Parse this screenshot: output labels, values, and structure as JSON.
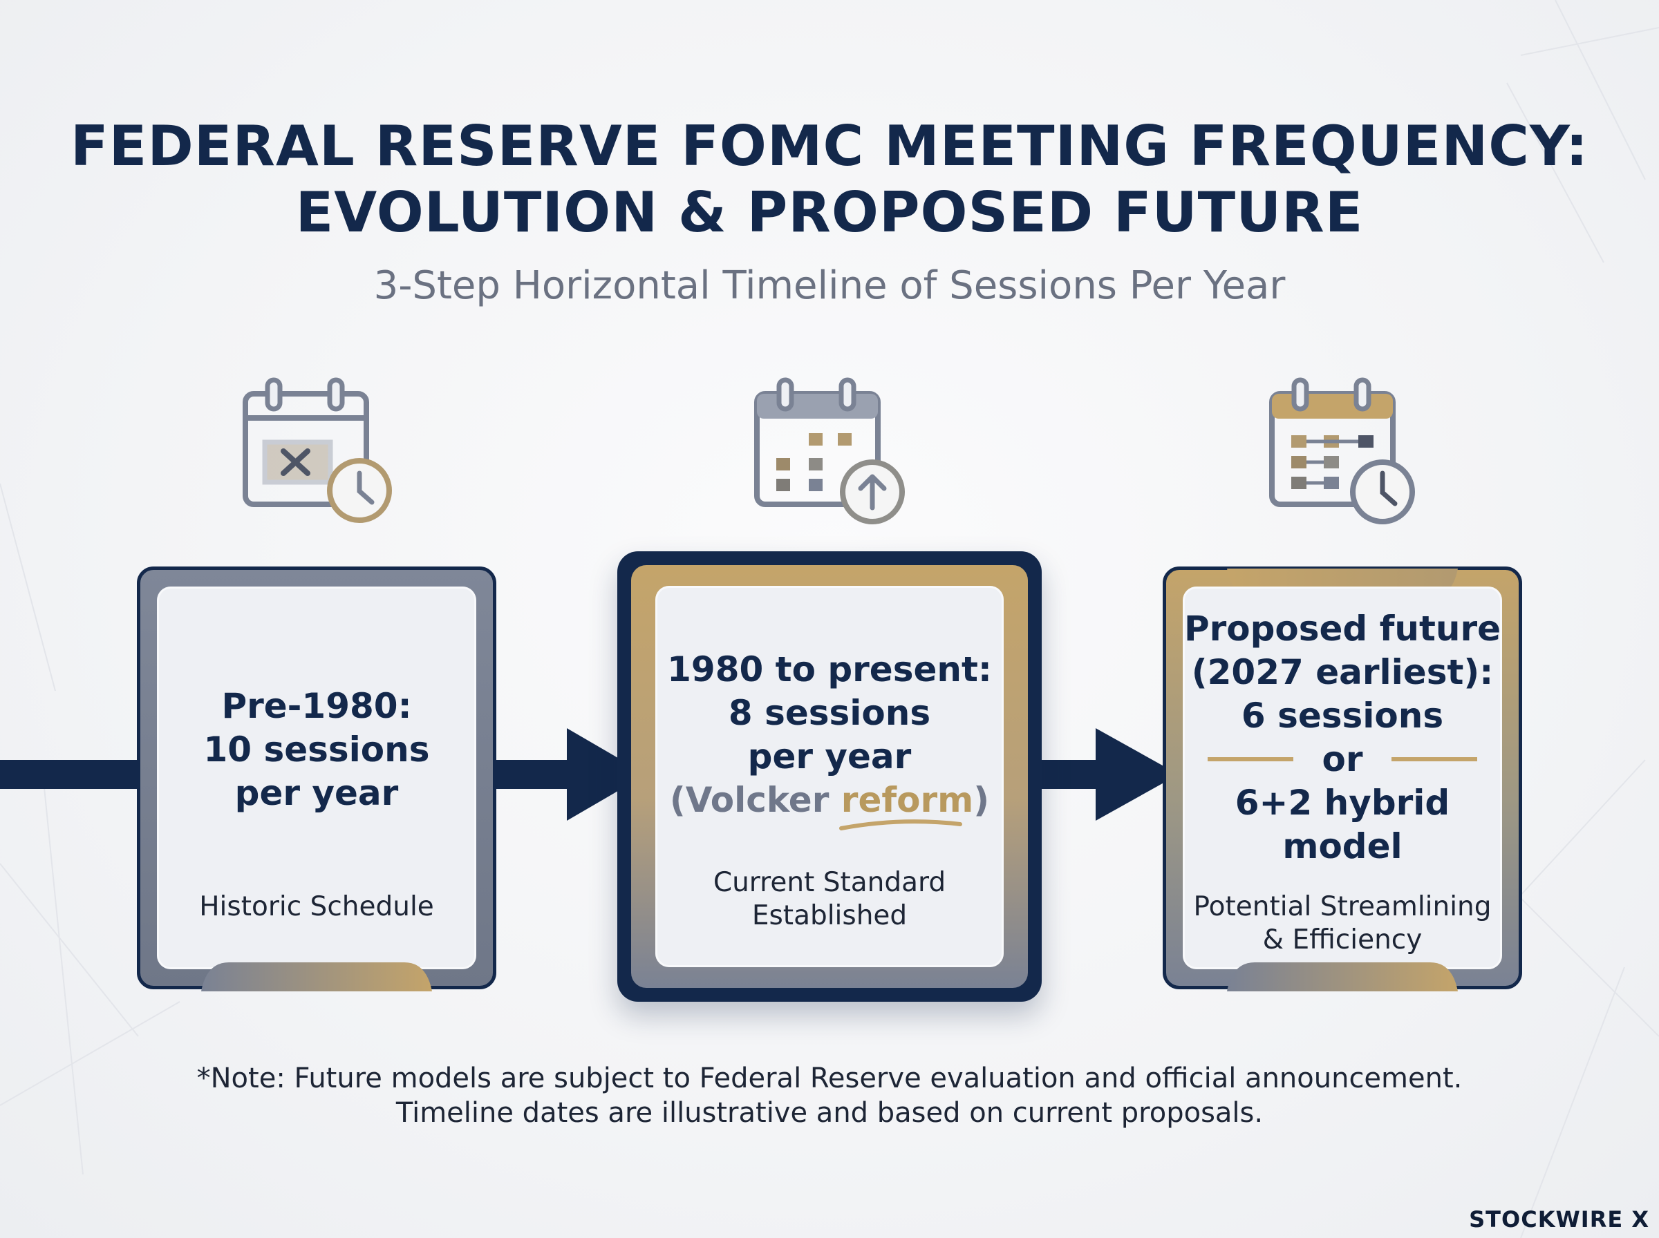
{
  "title": {
    "line1": "FEDERAL RESERVE FOMC MEETING FREQUENCY:",
    "line2": "EVOLUTION & PROPOSED FUTURE"
  },
  "subtitle": "3-Step Horizontal Timeline of Sessions Per Year",
  "colors": {
    "navy": "#13284b",
    "slate": "#7a8294",
    "gold": "#c4a46a",
    "card_fill": "#eef0f4"
  },
  "steps": [
    {
      "icon": "calendar-cancel-clock-icon",
      "lines": [
        "Pre-1980:",
        "10 sessions",
        "per year"
      ],
      "caption": [
        "Historic Schedule"
      ]
    },
    {
      "icon": "calendar-up-arrow-icon",
      "lines": [
        "1980 to present:",
        "8 sessions",
        "per year"
      ],
      "paren_open": "(",
      "paren_word": "Volcker",
      "highlight_word": "reform",
      "paren_close": ")",
      "caption": [
        "Current Standard",
        "Established"
      ]
    },
    {
      "icon": "calendar-schedule-clock-icon",
      "lines": [
        "Proposed future",
        "(2027 earliest):",
        "6 sessions"
      ],
      "divider_word": "or",
      "lines_after": [
        "6+2 hybrid",
        "model"
      ],
      "caption": [
        "Potential Streamlining",
        "& Efficiency"
      ]
    }
  ],
  "note": {
    "line1": "*Note: Future models are subject to Federal Reserve evaluation and official announcement.",
    "line2": "Timeline dates are illustrative and based on current proposals."
  },
  "brand": "STOCKWIRE X"
}
